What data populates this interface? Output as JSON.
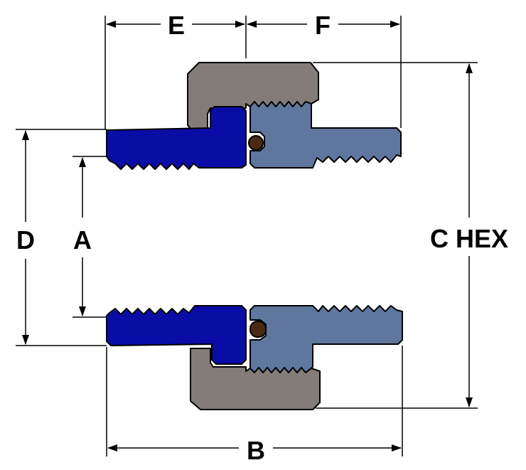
{
  "labels": {
    "e": "E",
    "f": "F",
    "d": "D",
    "a": "A",
    "c_hex": "C HEX",
    "b": "B"
  },
  "colors": {
    "hex_nut": "#837c78",
    "blue_fitting": "#0a0ca6",
    "steel_body": "#5f779f",
    "o_ring": "#4a2a12",
    "outline": "#000000",
    "dimension_lines": "#000000"
  }
}
